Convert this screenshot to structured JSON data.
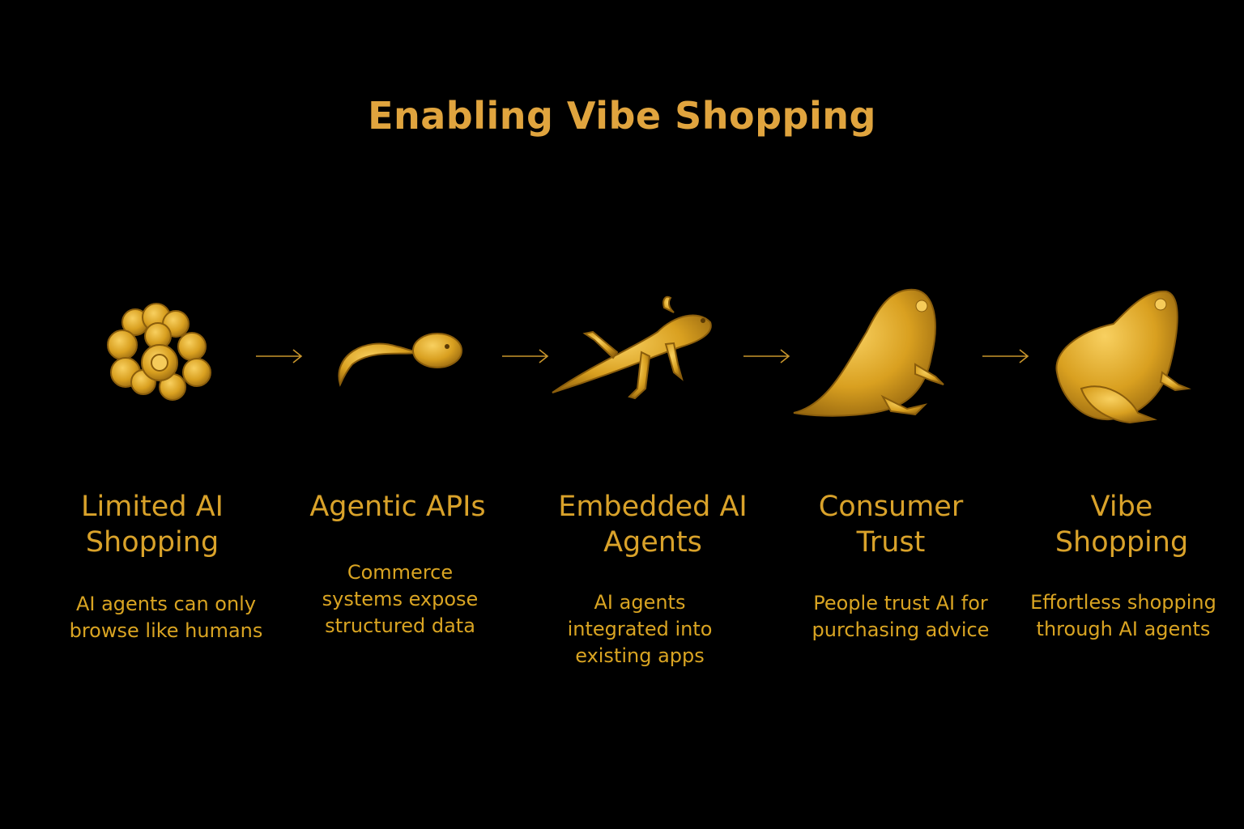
{
  "title": "Enabling Vibe Shopping",
  "accent": "#E0A43E",
  "stages": [
    {
      "heading": "Limited AI Shopping",
      "description": "AI agents can only browse like humans",
      "icon": "frog-eggs-icon"
    },
    {
      "heading": "Agentic APIs",
      "description": "Commerce systems expose structured data",
      "icon": "tadpole-icon"
    },
    {
      "heading": "Embedded AI Agents",
      "description": "AI agents integrated into existing apps",
      "icon": "tadpole-with-legs-icon"
    },
    {
      "heading": "Consumer Trust",
      "description": "People trust AI for purchasing advice",
      "icon": "froglet-icon"
    },
    {
      "heading": "Vibe Shopping",
      "description": "Effortless shopping through AI agents",
      "icon": "frog-icon"
    }
  ]
}
